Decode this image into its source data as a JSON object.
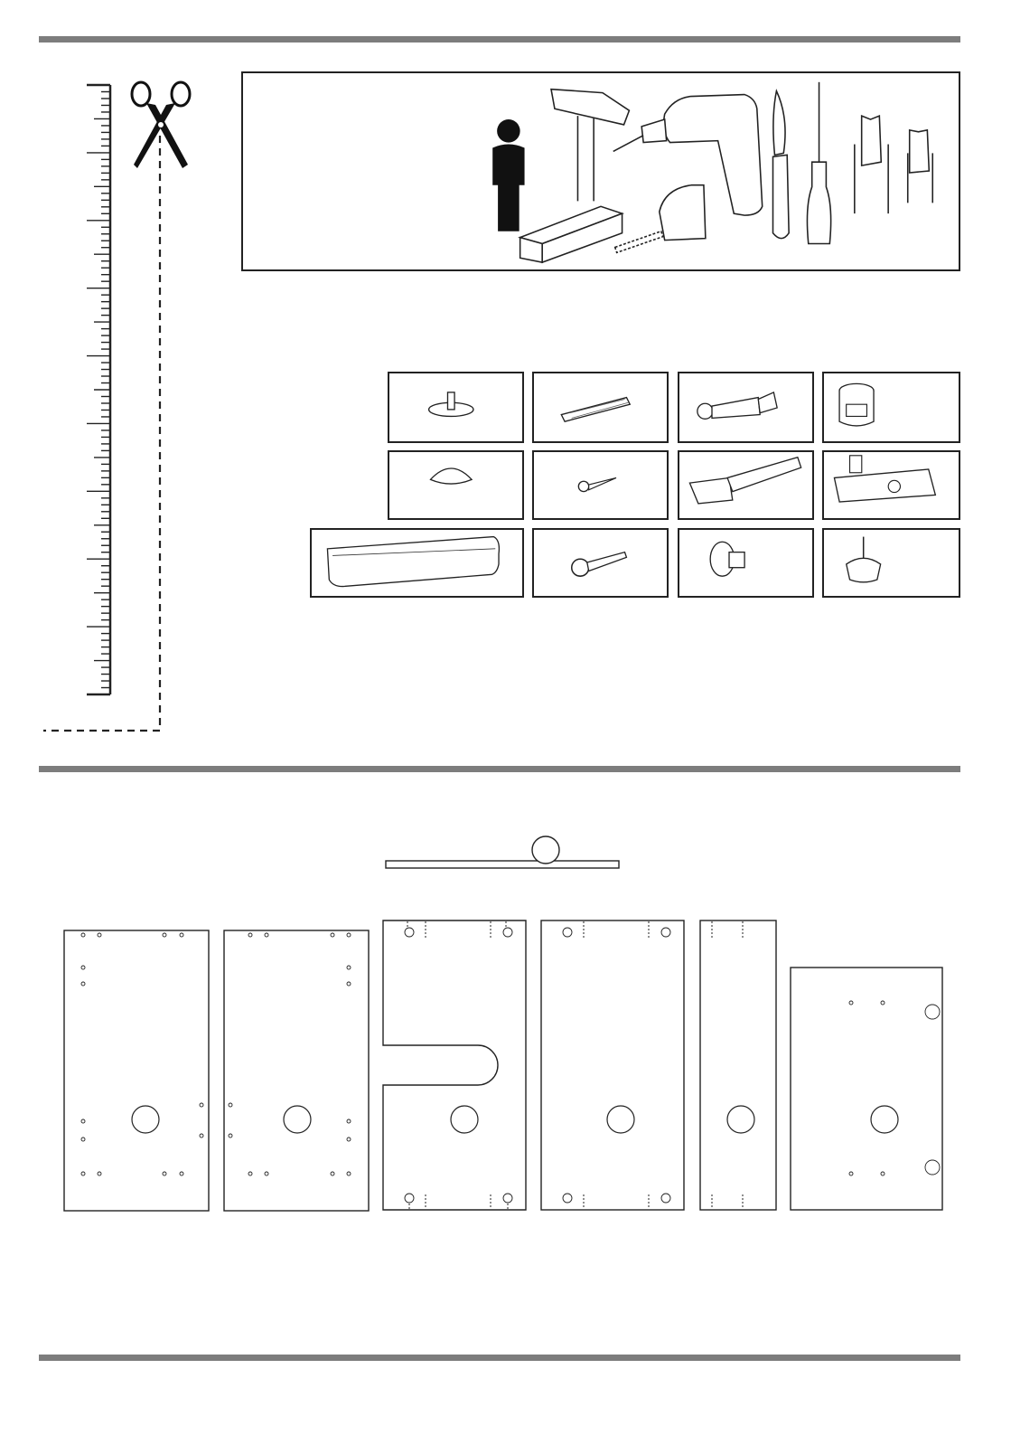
{
  "document": {
    "sections": [
      "tools-and-hardware",
      "panel-overview"
    ]
  },
  "icons": {
    "cut_guide": "scissors-icon",
    "measure": "ruler-icon",
    "helpers": "person-icon",
    "tools": [
      "hammer-icon",
      "wood-block-icon",
      "drill-icon",
      "tape-measure-icon",
      "knife-icon",
      "screwdriver-icon",
      "phillips-bit-icon",
      "flat-bit-icon"
    ]
  },
  "hardware": [
    {
      "name": "shelf-support-pin-icon"
    },
    {
      "name": "wooden-dowel-icon"
    },
    {
      "name": "cam-bolt-icon"
    },
    {
      "name": "cam-lock-icon"
    },
    {
      "name": "screw-cap-icon"
    },
    {
      "name": "small-screw-icon"
    },
    {
      "name": "cabinet-hinge-icon"
    },
    {
      "name": "hinge-mounting-plate-icon"
    },
    {
      "name": "handle-icon"
    },
    {
      "name": "long-screw-icon"
    },
    {
      "name": "knob-icon"
    },
    {
      "name": "nail-glide-icon"
    }
  ],
  "panels": [
    {
      "name": "side-panel-left"
    },
    {
      "name": "side-panel-right"
    },
    {
      "name": "middle-panel-cutout"
    },
    {
      "name": "top-bottom-panel"
    },
    {
      "name": "narrow-panel"
    },
    {
      "name": "door-panel"
    }
  ],
  "colors": {
    "rule": "#7d7d7d",
    "line": "#222222",
    "fill_dark": "#111111"
  }
}
